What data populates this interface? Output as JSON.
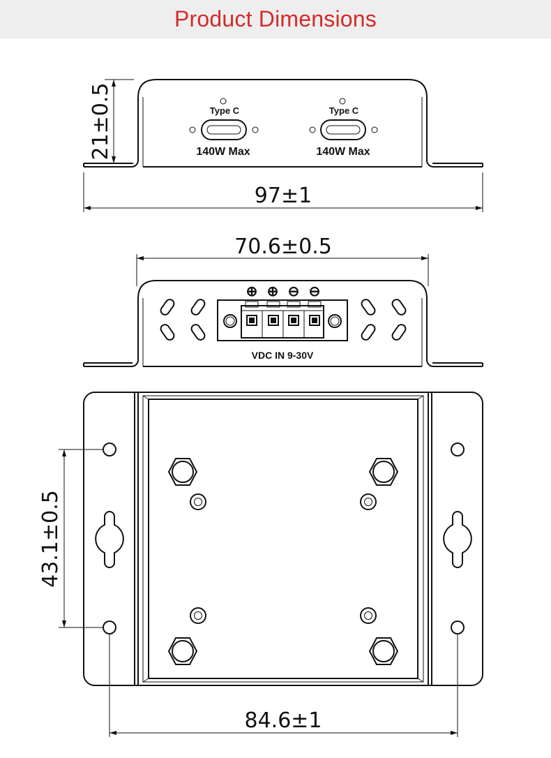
{
  "title": "Product Dimensions",
  "colors": {
    "title": "#d42a2a",
    "header_bg": "#eeeeee",
    "line": "#111111"
  },
  "front_view": {
    "height_dim": "21±0.5",
    "width_dim": "97±1",
    "ports": [
      {
        "type_label": "Type C",
        "power_label": "140W Max"
      },
      {
        "type_label": "Type C",
        "power_label": "140W Max"
      }
    ]
  },
  "back_view": {
    "width_dim": "70.6±0.5",
    "terminal_symbols": [
      "⊕",
      "⊕",
      "⊖",
      "⊖"
    ],
    "input_label": "VDC IN 9-30V"
  },
  "bottom_view": {
    "hole_spacing_dim": "43.1±0.5",
    "width_dim": "84.6±1"
  }
}
